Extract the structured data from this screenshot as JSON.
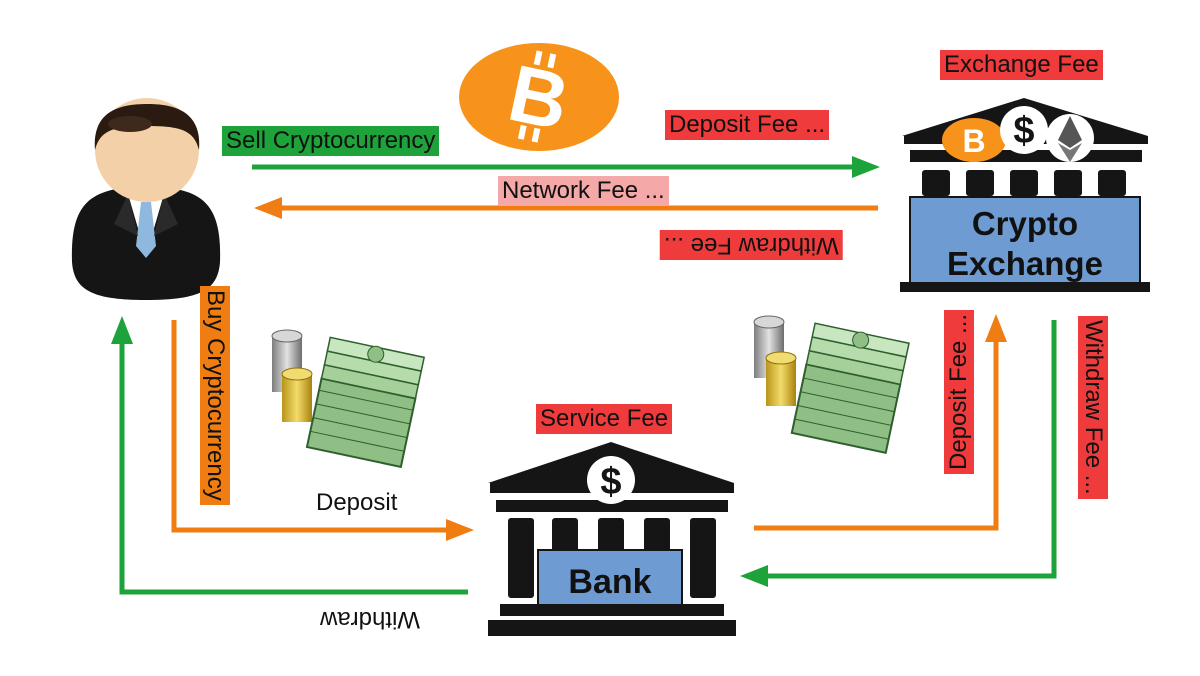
{
  "colors": {
    "green_arrow": "#1ea33a",
    "orange_arrow": "#ef7d12",
    "fee_red": "#ef3b3b",
    "fee_pink": "#f4a8a8",
    "building_blue": "#6e9bd1",
    "bitcoin_orange": "#f7931a"
  },
  "labels": {
    "exchange_fee": "Exchange Fee",
    "deposit_fee_top": "Deposit Fee ...",
    "sell_crypto": "Sell Cryptocurrency",
    "network_fee": "Network Fee ...",
    "withdraw_fee_top": "Withdraw Fee ...",
    "buy_crypto": "Buy Cryptocurrency",
    "deposit": "Deposit",
    "withdraw": "Withdraw",
    "service_fee": "Service Fee",
    "deposit_fee_side": "Deposit Fee ...",
    "withdraw_fee_side": "Withdraw Fee ..."
  },
  "buildings": {
    "exchange_line1": "Crypto",
    "exchange_line2": "Exchange",
    "bank": "Bank"
  },
  "icons": [
    "person-icon",
    "bitcoin-icon",
    "dollar-icon",
    "ethereum-icon",
    "money-stack-icon",
    "coin-stack-icon",
    "bank-building-icon",
    "exchange-building-icon"
  ]
}
